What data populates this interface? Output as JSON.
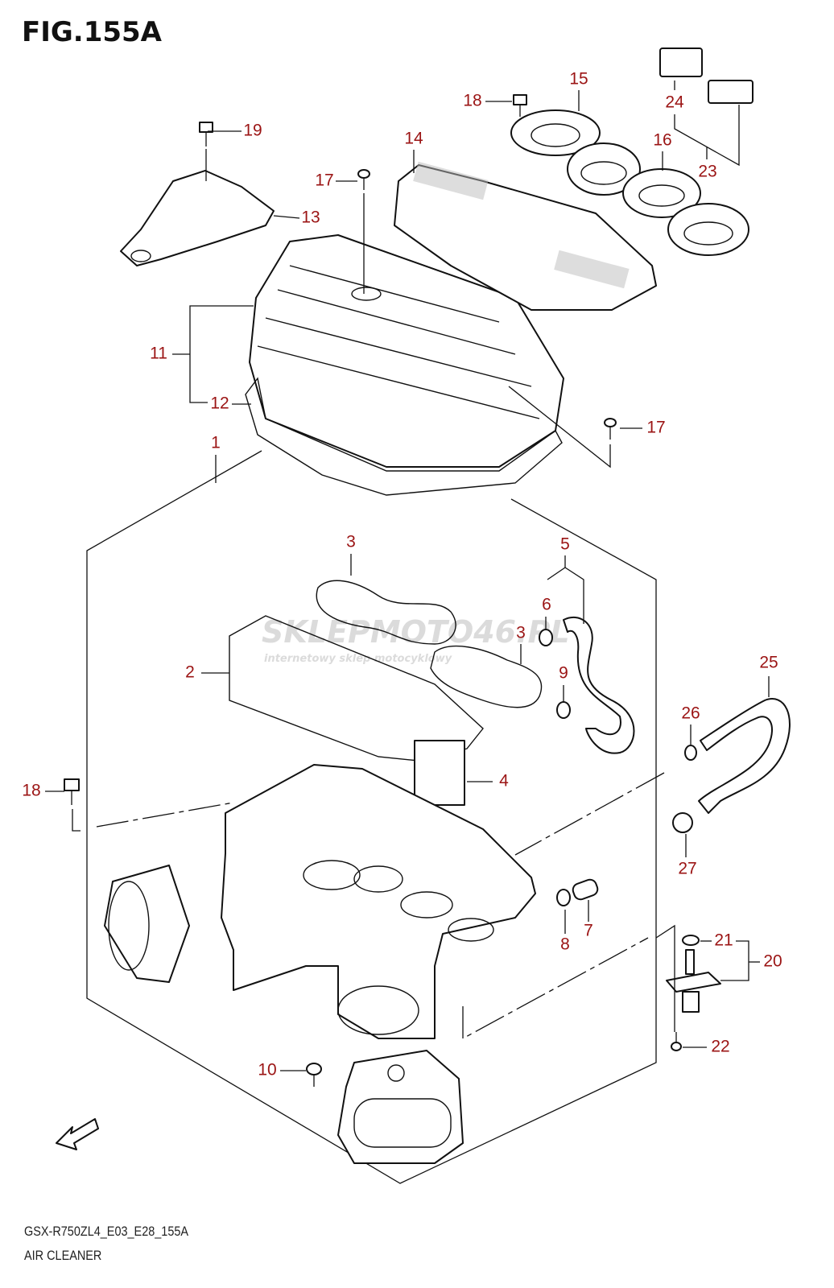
{
  "figure": {
    "title": "FIG.155A"
  },
  "footer": {
    "code": "GSX-R750ZL4_E03_E28_155A",
    "name": "AIR CLEANER"
  },
  "watermark": {
    "brand": "SKLEPMOTO46.PL",
    "tagline": "internetowy sklep motocyklowy"
  },
  "callouts": [
    "19",
    "13",
    "17",
    "14",
    "18",
    "15",
    "24",
    "16",
    "23",
    "11",
    "12",
    "17",
    "1",
    "3",
    "5",
    "6",
    "3",
    "9",
    "2",
    "25",
    "26",
    "4",
    "18",
    "27",
    "21",
    "20",
    "8",
    "7",
    "22",
    "10"
  ],
  "colors": {
    "callout": "#9b1414",
    "line": "#111111"
  }
}
